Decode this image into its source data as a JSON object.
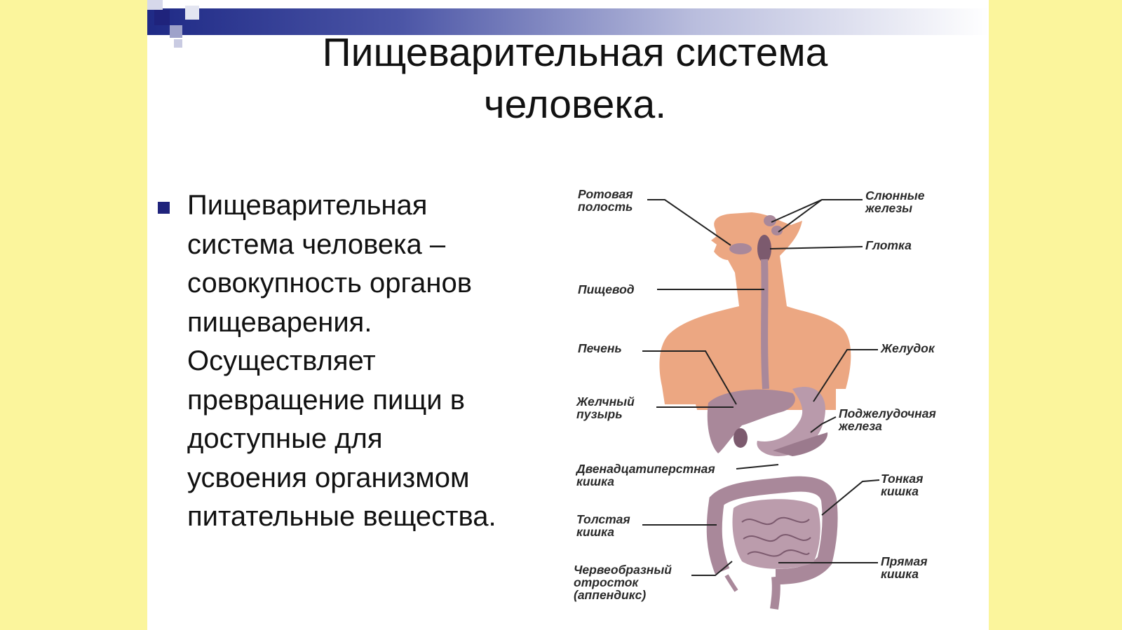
{
  "slide": {
    "title_line1": "Пищеварительная система",
    "title_line2": "человека.",
    "body": [
      "Пищеварительная",
      "система человека –",
      "совокупность органов",
      "пищеварения.",
      "Осуществляет",
      "превращение пищи в",
      "доступные для",
      "усвоения организмом",
      "питательные вещества."
    ]
  },
  "diagram": {
    "labels": {
      "oral_1": "Ротовая",
      "oral_2": "полость",
      "salivary_1": "Слюнные",
      "salivary_2": "железы",
      "pharynx": "Глотка",
      "esophagus": "Пищевод",
      "liver": "Печень",
      "stomach": "Желудок",
      "gall_1": "Желчный",
      "gall_2": "пузырь",
      "pancreas_1": "Поджелудочная",
      "pancreas_2": "железа",
      "duodenum_1": "Двенадцатиперстная",
      "duodenum_2": "кишка",
      "small_1": "Тонкая",
      "small_2": "кишка",
      "large_1": "Толстая",
      "large_2": "кишка",
      "appendix_1": "Червеобразный",
      "appendix_2": "отросток",
      "appendix_3": "(аппендикс)",
      "rectum_1": "Прямая",
      "rectum_2": "кишка"
    },
    "colors": {
      "body": "#eca782",
      "organ": "#a9889a",
      "organ_dark": "#7c5a6e",
      "slide_bg": "#fbf59c",
      "bullet": "#1f237c"
    }
  }
}
